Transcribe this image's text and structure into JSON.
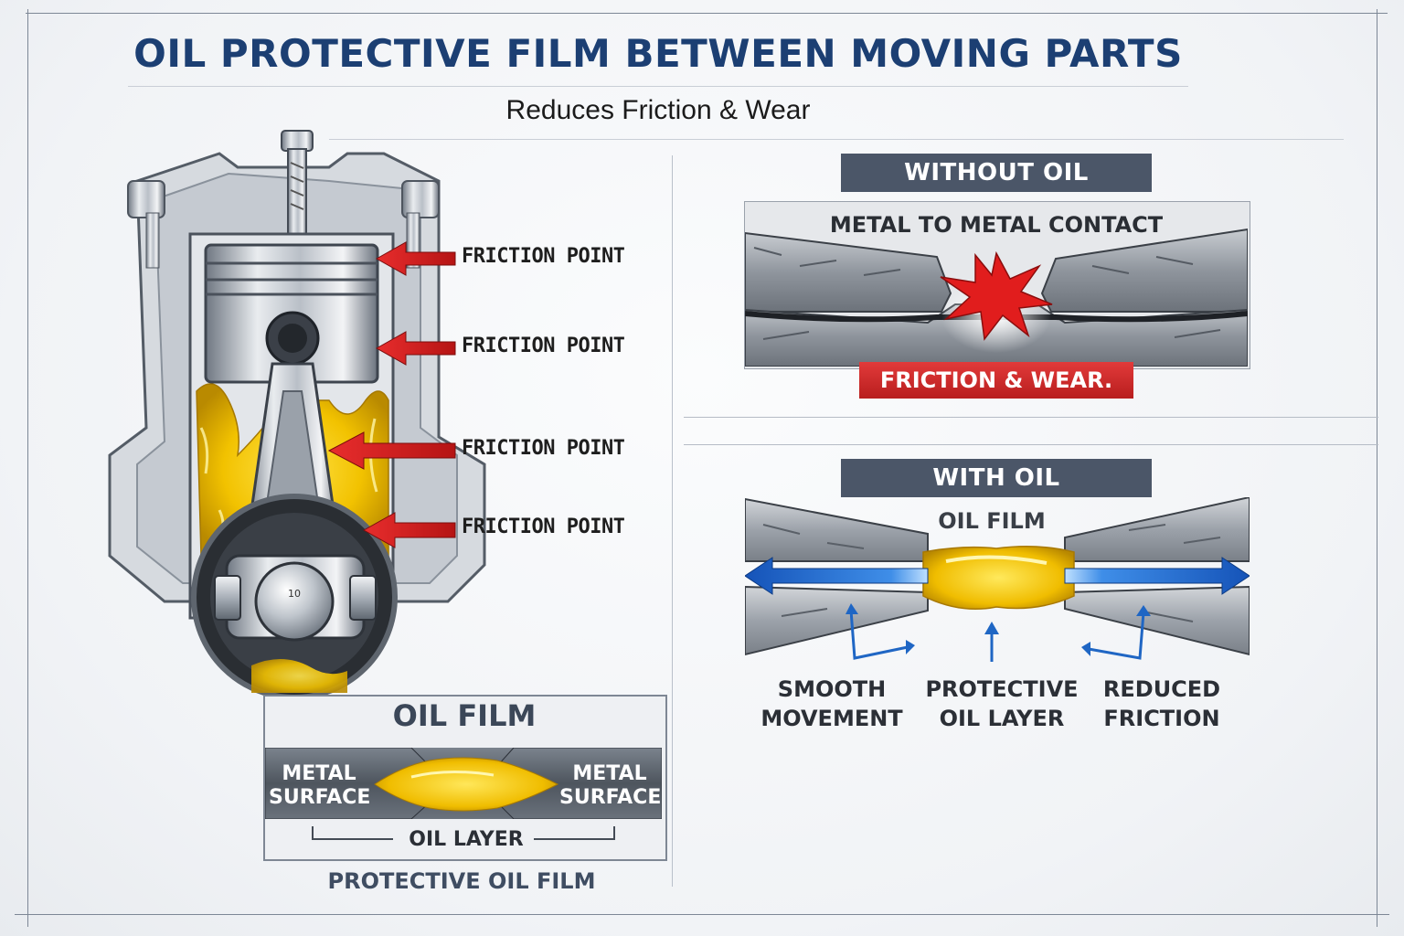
{
  "title": "OIL PROTECTIVE FILM BETWEEN MOVING PARTS",
  "subtitle": "Reduces Friction & Wear",
  "engine": {
    "friction_points": [
      "FRICTION POINT",
      "FRICTION POINT",
      "FRICTION POINT",
      "FRICTION POINT"
    ],
    "crank_mark": "10"
  },
  "inset": {
    "title": "OIL FILM",
    "left_surface": "METAL\nSURFACE",
    "right_surface": "METAL\nSURFACE",
    "layer_label": "OIL LAYER",
    "caption": "PROTECTIVE OIL FILM"
  },
  "without_oil": {
    "header": "WITHOUT OIL",
    "contact_label": "METAL TO METAL CONTACT",
    "result_badge": "FRICTION & WEAR."
  },
  "with_oil": {
    "header": "WITH OIL",
    "film_label": "OIL FILM",
    "callouts": [
      {
        "line1": "SMOOTH",
        "line2": "MOVEMENT"
      },
      {
        "line1": "PROTECTIVE",
        "line2": "OIL LAYER"
      },
      {
        "line1": "REDUCED",
        "line2": "FRICTION"
      }
    ]
  },
  "colors": {
    "title_blue": "#1c3f73",
    "header_slate": "#4b5668",
    "friction_red": "#d42323",
    "oil_yellow": "#f2c200",
    "flow_blue": "#1f66c4"
  }
}
